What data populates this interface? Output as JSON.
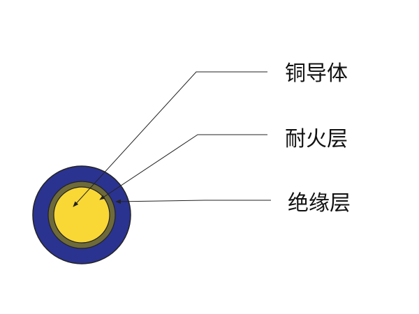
{
  "labels": {
    "conductor": "铜导体",
    "fire_layer": "耐火层",
    "insulation": "绝缘层"
  },
  "colors": {
    "insulation": "#2b3390",
    "fire_layer": "#6e6a3a",
    "conductor": "#f9d735",
    "outline": "#222222",
    "leader": "#222222"
  }
}
